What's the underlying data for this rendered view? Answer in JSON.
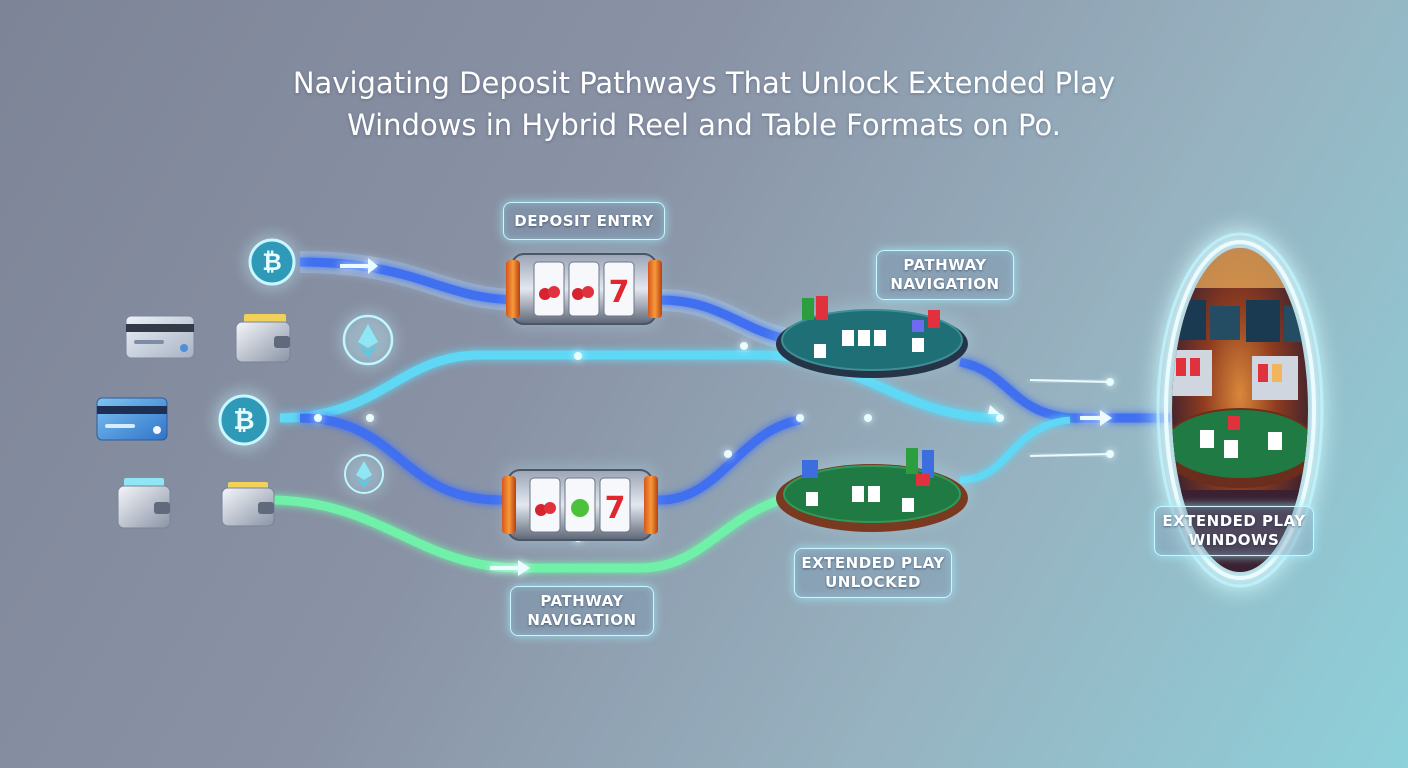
{
  "title": {
    "line1": "Navigating Deposit Pathways That Unlock Extended Play",
    "line2": "Windows in Hybrid Reel and Table Formats on Po."
  },
  "labels": {
    "deposit_entry": "DEPOSIT ENTRY",
    "pathway_navigation_top": [
      "PATHWAY",
      "NAVIGATION"
    ],
    "pathway_navigation_bottom": [
      "PATHWAY",
      "NAVIGATION"
    ],
    "extended_play_unlocked": [
      "EXTENDED PLAY",
      "UNLOCKED"
    ],
    "extended_play_windows": [
      "EXTENDED PLAY",
      "WINDOWS"
    ]
  },
  "icons": {
    "deposit_methods": [
      "bitcoin-icon",
      "credit-card-icon",
      "wallet-icon",
      "ethereum-icon",
      "credit-card-icon",
      "bitcoin-icon",
      "wallet-icon",
      "wallet-icon",
      "ethereum-icon"
    ],
    "slot_machines": [
      "slot-machine-icon",
      "slot-machine-icon"
    ],
    "tables": [
      "poker-table-icon",
      "blackjack-table-icon"
    ],
    "portal": "casino-portal"
  },
  "colors": {
    "path_blue": "#3f6ff0",
    "path_cyan": "#5fd8f5",
    "path_green": "#6ff0a8",
    "glow": "#bff6ff",
    "table_teal": "#1e6f76",
    "table_green": "#1f7a44"
  }
}
